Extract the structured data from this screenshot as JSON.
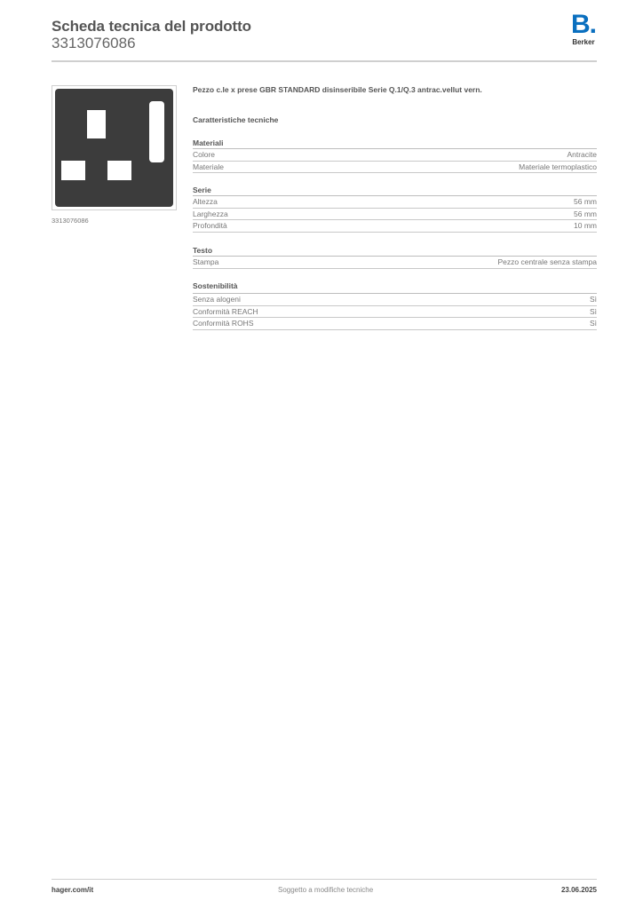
{
  "header": {
    "title": "Scheda tecnica del prodotto",
    "product_code": "3313076086",
    "logo": {
      "letter": "B.",
      "brand": "Berker",
      "color": "#0a6fbf"
    }
  },
  "product": {
    "image_caption": "3313076086",
    "description": "Pezzo c.le x prese GBR STANDARD disinseribile Serie Q.1/Q.3 antrac.vellut vern."
  },
  "specs": {
    "title": "Caratteristiche tecniche",
    "sections": [
      {
        "title": "Materiali",
        "rows": [
          {
            "label": "Colore",
            "value": "Antracite"
          },
          {
            "label": "Materiale",
            "value": "Materiale termoplastico"
          }
        ]
      },
      {
        "title": "Serie",
        "rows": [
          {
            "label": "Altezza",
            "value": "56 mm"
          },
          {
            "label": "Larghezza",
            "value": "56 mm"
          },
          {
            "label": "Profondità",
            "value": "10 mm"
          }
        ]
      },
      {
        "title": "Testo",
        "rows": [
          {
            "label": "Stampa",
            "value": "Pezzo centrale senza stampa"
          }
        ]
      },
      {
        "title": "Sostenibilità",
        "rows": [
          {
            "label": "Senza alogeni",
            "value": "Sì"
          },
          {
            "label": "Conformità REACH",
            "value": "Sì"
          },
          {
            "label": "Conformità ROHS",
            "value": "Sì"
          }
        ]
      }
    ]
  },
  "footer": {
    "website": "hager.com/it",
    "notice": "Soggetto a modifiche tecniche",
    "date": "23.06.2025"
  }
}
